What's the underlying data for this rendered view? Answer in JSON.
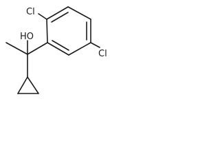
{
  "structure": {
    "atoms": {
      "cl_top": "Cl",
      "cl_right": "Cl",
      "hydroxyl": "HO"
    }
  }
}
